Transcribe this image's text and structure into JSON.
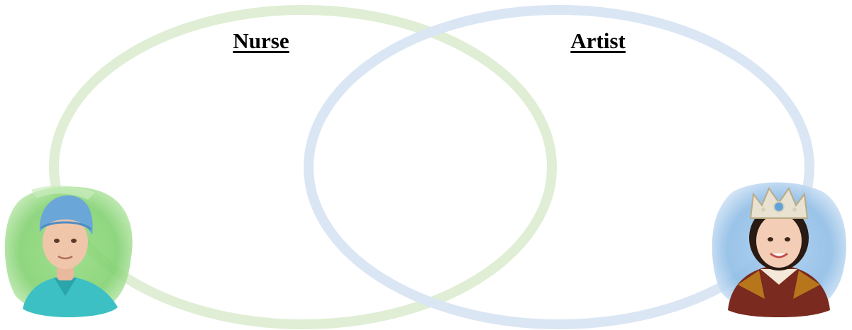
{
  "diagram": {
    "type": "venn",
    "sets": [
      {
        "label": "Nurse",
        "color": "#dfeed4",
        "portrait_icon": "nurse-portrait-icon",
        "portrait_bg_color": "#7ccf6a"
      },
      {
        "label": "Artist",
        "color": "#dbe6f4",
        "portrait_icon": "pageant-queen-portrait-icon",
        "portrait_bg_color": "#8fbde6"
      }
    ],
    "background": "#ffffff"
  }
}
